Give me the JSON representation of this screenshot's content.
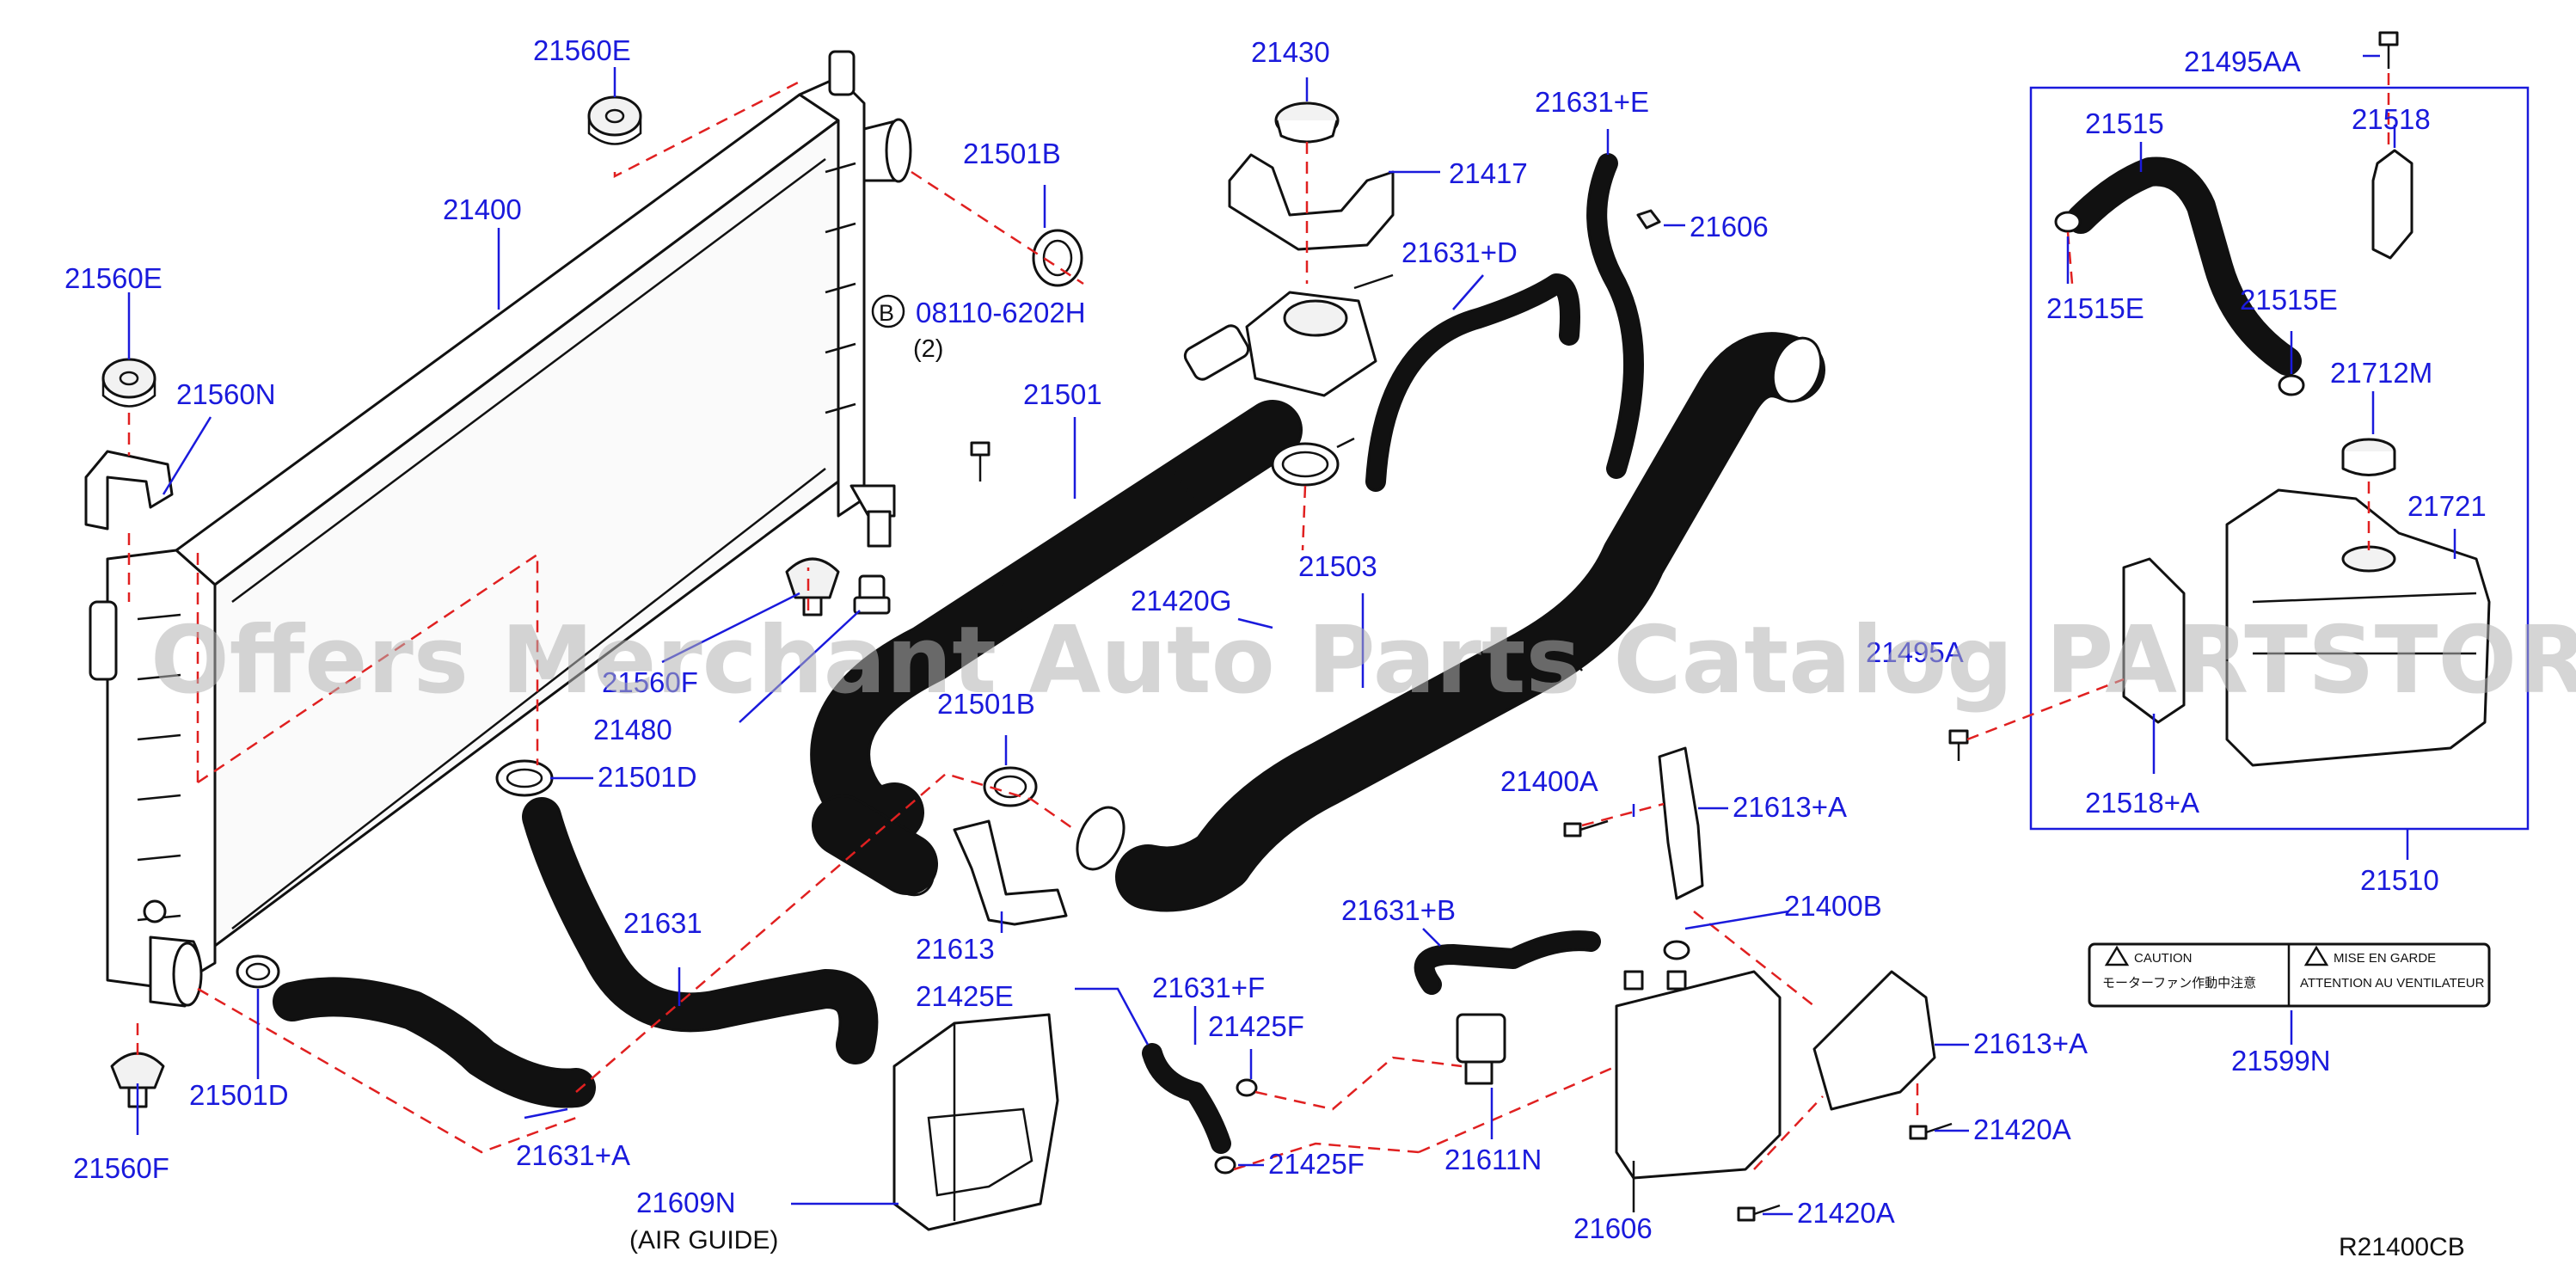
{
  "watermark": "Offers Merchant Auto Parts Catalog PARTSTORE.SA",
  "diagram_code": "R21400CB",
  "bolt_ref": {
    "symbol": "B",
    "number": "08110-6202H",
    "qty": "(2)"
  },
  "air_guide_note": "(AIR   GUIDE)",
  "caution_label": {
    "left_title": "CAUTION",
    "right_title": "MISE   EN   GARDE",
    "left_text": "モーターファン作動中注意",
    "right_text": "ATTENTION AU VENTILATEUR"
  },
  "labels": {
    "l21560E_top": "21560E",
    "l21400": "21400",
    "l21560E_left": "21560E",
    "l21560N": "21560N",
    "l21560F_mid": "21560F",
    "l21480": "21480",
    "l21501D_mid": "21501D",
    "l21501D_bot": "21501D",
    "l21560F_bot": "21560F",
    "l21631": "21631",
    "l21631A": "21631+A",
    "l21501B_top": "21501B",
    "l21501": "21501",
    "l21430": "21430",
    "l21417": "21417",
    "l21631D": "21631+D",
    "l21631E": "21631+E",
    "l21606_top": "21606",
    "l21420G": "21420G",
    "l21503": "21503",
    "l21501B_mid": "21501B",
    "l21613": "21613",
    "l21425E": "21425E",
    "l21631F": "21631+F",
    "l21425F_top": "21425F",
    "l21425F_bot": "21425F",
    "l21609N": "21609N",
    "l21631B": "21631+B",
    "l21611N": "21611N",
    "l21400A_top": "21400A",
    "l21613A_top": "21613+A",
    "l21400B": "21400B",
    "l21613A_bot": "21613+A",
    "l21420A_right": "21420A",
    "l21420A_bot": "21420A",
    "l21606_bot": "21606",
    "l21495AA": "21495AA",
    "l21515": "21515",
    "l21518": "21518",
    "l21515E_left": "21515E",
    "l21515E_right": "21515E",
    "l21712M": "21712M",
    "l21721": "21721",
    "l21495A": "21495A",
    "l21518A": "21518+A",
    "l21510": "21510",
    "l21599N": "21599N"
  },
  "colors": {
    "label": "#1a1adc",
    "dashed_lines": "#e02020",
    "parts": "#111111",
    "watermark": "#b3b3b3"
  }
}
